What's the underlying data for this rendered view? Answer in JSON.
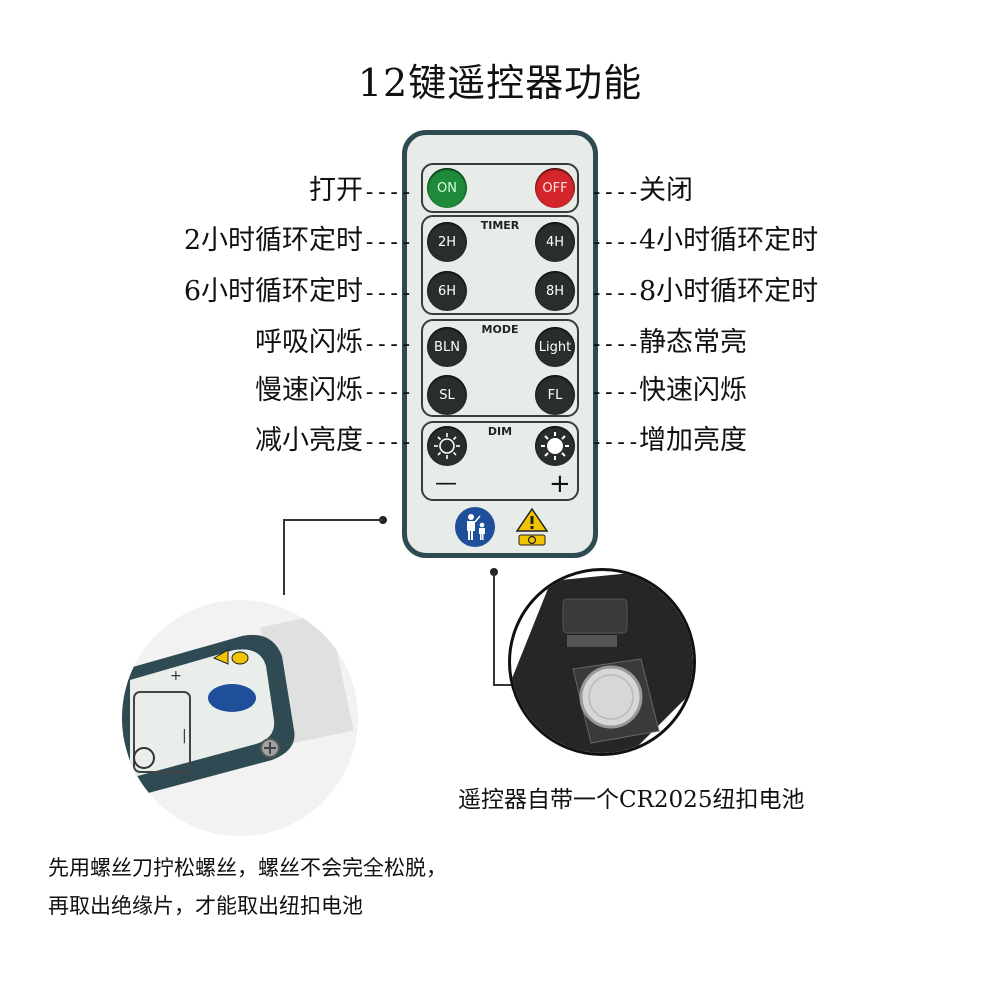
{
  "title": "12键遥控器功能",
  "remote": {
    "panels": {
      "timer": "TIMER",
      "mode": "MODE",
      "dim": "DIM"
    },
    "keys": {
      "on": "ON",
      "off": "OFF",
      "2h": "2H",
      "4h": "4H",
      "6h": "6H",
      "8h": "8H",
      "bln": "BLN",
      "light": "Light",
      "sl": "SL",
      "fl": "FL"
    },
    "minus": "—",
    "plus": "+"
  },
  "labels_left": [
    {
      "text": "打开",
      "dash": "----"
    },
    {
      "text": "2小时循环定时",
      "dash": "----"
    },
    {
      "text": "6小时循环定时",
      "dash": "----"
    },
    {
      "text": "呼吸闪烁",
      "dash": "----"
    },
    {
      "text": "慢速闪烁",
      "dash": "----"
    },
    {
      "text": "减小亮度",
      "dash": "----"
    }
  ],
  "labels_right": [
    {
      "text": "关闭",
      "dash": "----"
    },
    {
      "text": "4小时循环定时",
      "dash": "----"
    },
    {
      "text": "8小时循环定时",
      "dash": "----"
    },
    {
      "text": "静态常亮",
      "dash": "----"
    },
    {
      "text": "快速闪烁",
      "dash": "----"
    },
    {
      "text": "增加亮度",
      "dash": "----"
    }
  ],
  "battery_caption": "遥控器自带一个CR2025纽扣电池",
  "instructions": [
    "先用螺丝刀拧松螺丝，螺丝不会完全松脱，",
    "再取出绝缘片，才能取出纽扣电池"
  ],
  "icons": {
    "child_warning": "child-warning-icon",
    "battery_warning": "battery-warning-icon",
    "dim_down": "sun-dim-icon",
    "dim_up": "sun-bright-icon"
  },
  "colors": {
    "remote_border": "#2f4a52",
    "remote_face": "#e7ece8",
    "on_key": "#1e8a3a",
    "off_key": "#d4262a",
    "key": "#2a2d2e"
  }
}
